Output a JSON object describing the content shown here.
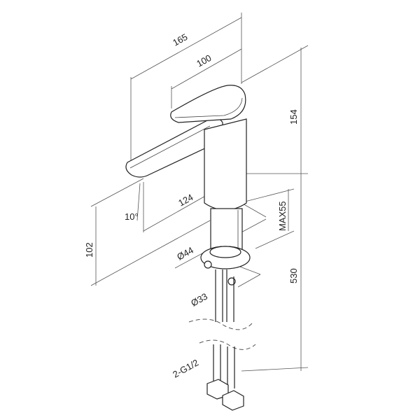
{
  "title": "Basin faucet dimension drawing",
  "dimensions": {
    "overall_reach": "165",
    "lever_length": "100",
    "height_above_deck": "154",
    "spout_reach": "124",
    "spout_angle": "10°",
    "spout_height": "102",
    "max_deck_thickness": "MAX55",
    "hose_length": "530",
    "base_diameter": "Ø44",
    "hole_diameter": "Ø33",
    "connection": "2-G1/2"
  }
}
